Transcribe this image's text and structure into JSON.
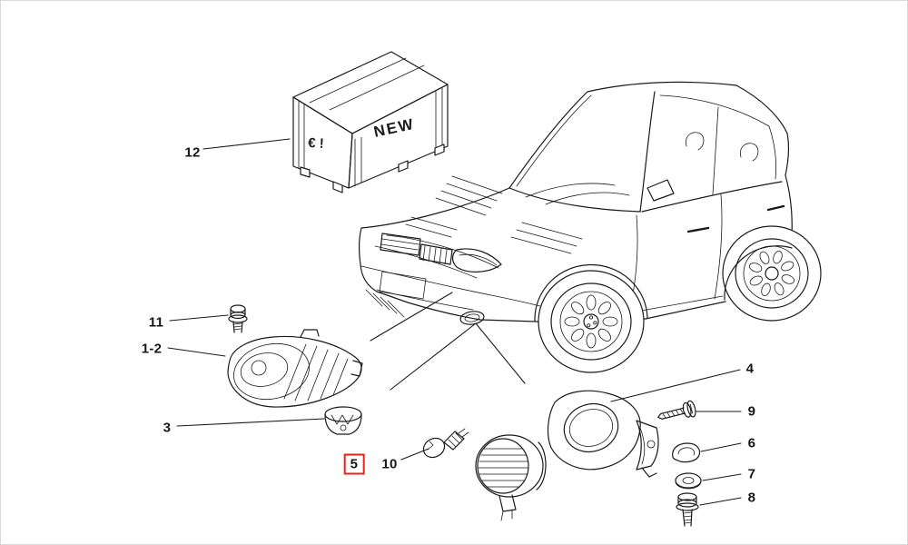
{
  "diagram": {
    "type": "exploded-parts-diagram",
    "background_color": "#ffffff",
    "line_color": "#1a1a1a",
    "highlight_color": "#e8211a",
    "crate": {
      "euro_text": "€ !",
      "new_text": "NEW"
    },
    "labels": {
      "crate": "12",
      "bolt_top": "11",
      "headlamp": "1-2",
      "bracket": "3",
      "selected": "5",
      "bulb": "10",
      "housing": "4",
      "screw": "9",
      "clip": "6",
      "washer": "7",
      "mount_bolt": "8"
    }
  }
}
